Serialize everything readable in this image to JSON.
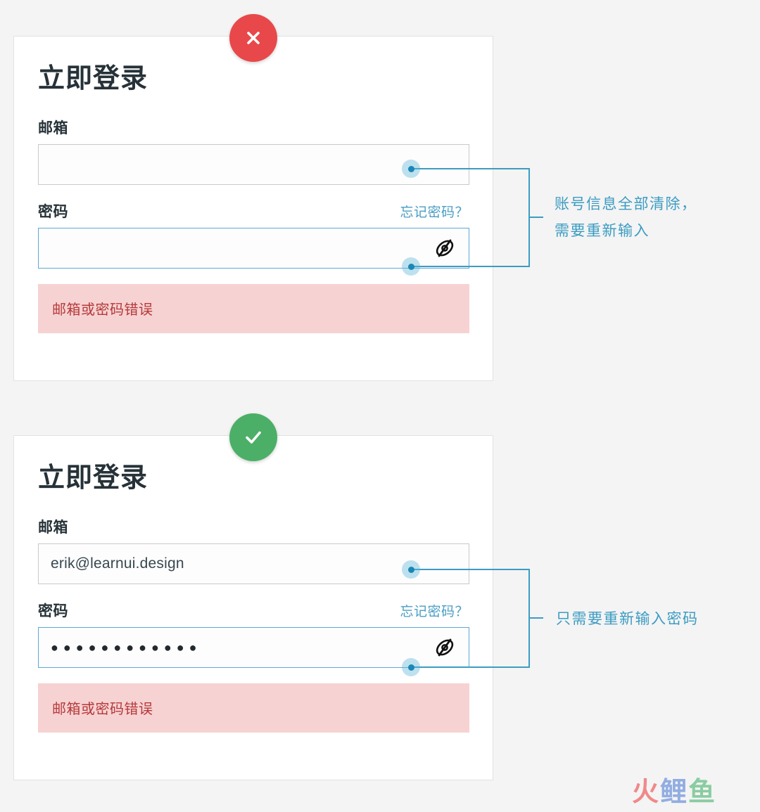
{
  "page": {
    "background_color": "#f4f4f4",
    "watermark": {
      "char1": "火",
      "char2": "鲤",
      "char3": "鱼"
    }
  },
  "colors": {
    "accent_blue": "#3c9cc2",
    "link_blue": "#4a9ec4",
    "focus_border": "#5fa8d3",
    "error_bg": "#f7d2d2",
    "error_text": "#b5393b",
    "badge_error": "#e8484a",
    "badge_success": "#4caf67",
    "title_color": "#263238",
    "input_border": "#c9c9c9",
    "anchor_dot": "#1a87b5"
  },
  "cards": [
    {
      "id": "error-variant",
      "badge": {
        "type": "error",
        "glyph": "✕",
        "name": "close-icon"
      },
      "title": "立即登录",
      "email": {
        "label": "邮箱",
        "value": "",
        "placeholder": "",
        "focused": false
      },
      "password": {
        "label": "密码",
        "forgot_label": "忘记密码？",
        "value": "",
        "dots": "",
        "focused": true,
        "toggle_icon": "eye-off-icon"
      },
      "error_message": "邮箱或密码错误",
      "annotation": "账号信息全部清除，\n需要重新输入"
    },
    {
      "id": "success-variant",
      "badge": {
        "type": "success",
        "glyph": "✓",
        "name": "check-icon"
      },
      "title": "立即登录",
      "email": {
        "label": "邮箱",
        "value": "erik@learnui.design",
        "placeholder": "",
        "focused": false
      },
      "password": {
        "label": "密码",
        "forgot_label": "忘记密码？",
        "value": "",
        "dots": "●●●●●●●●●●●●",
        "focused": true,
        "toggle_icon": "eye-off-icon"
      },
      "error_message": "邮箱或密码错误",
      "annotation": "只需要重新输入密码"
    }
  ]
}
